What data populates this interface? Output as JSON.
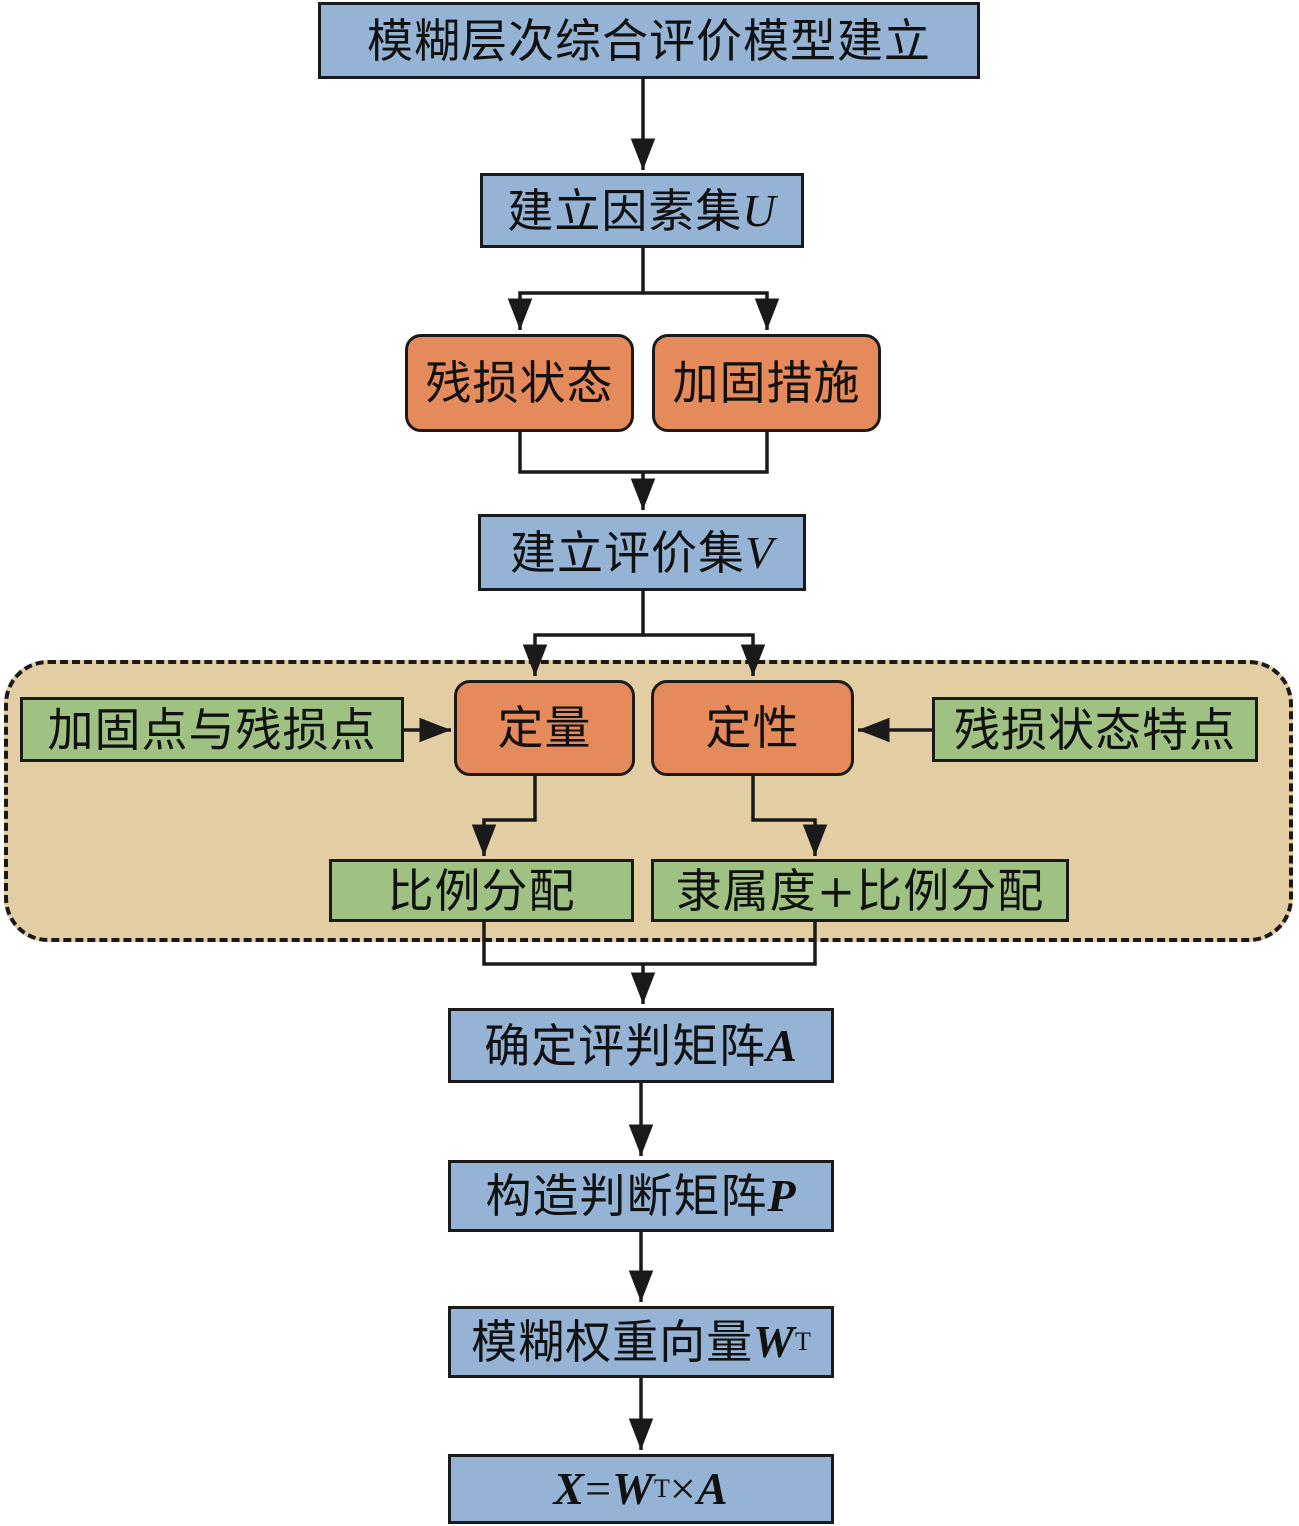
{
  "colors": {
    "step_fill": "#95b4d5",
    "factor_fill": "#e58a5a",
    "input_fill": "#9fc283",
    "group_fill": "#e3cea4",
    "stroke": "#1a1a1a"
  },
  "steps": {
    "model": {
      "text": "模糊层次综合评价模型建立"
    },
    "factor_set": {
      "text": "建立因素集",
      "symbol": "U"
    },
    "evaluation_set": {
      "text": "建立评价集",
      "symbol": "V"
    },
    "judgement_matrix": {
      "text": "确定评判矩阵",
      "symbol": "A"
    },
    "comparison_matrix": {
      "text": "构造判断矩阵",
      "symbol": "P"
    },
    "weight_vector": {
      "text": "模糊权重向量",
      "symbol": "W",
      "superscript": "T"
    },
    "result": {
      "lhs": "X",
      "eq": "=",
      "w": "W",
      "superscript": "T",
      "times": "×",
      "a": "A"
    }
  },
  "factors": {
    "damage_state": "残损状态",
    "reinforcement": "加固措施"
  },
  "evaluation_methods": {
    "quantitative": "定量",
    "qualitative": "定性",
    "quantitative_input": "加固点与残损点",
    "qualitative_input": "残损状态特点",
    "quantitative_output": "比例分配",
    "qualitative_output": "隶属度+比例分配"
  }
}
